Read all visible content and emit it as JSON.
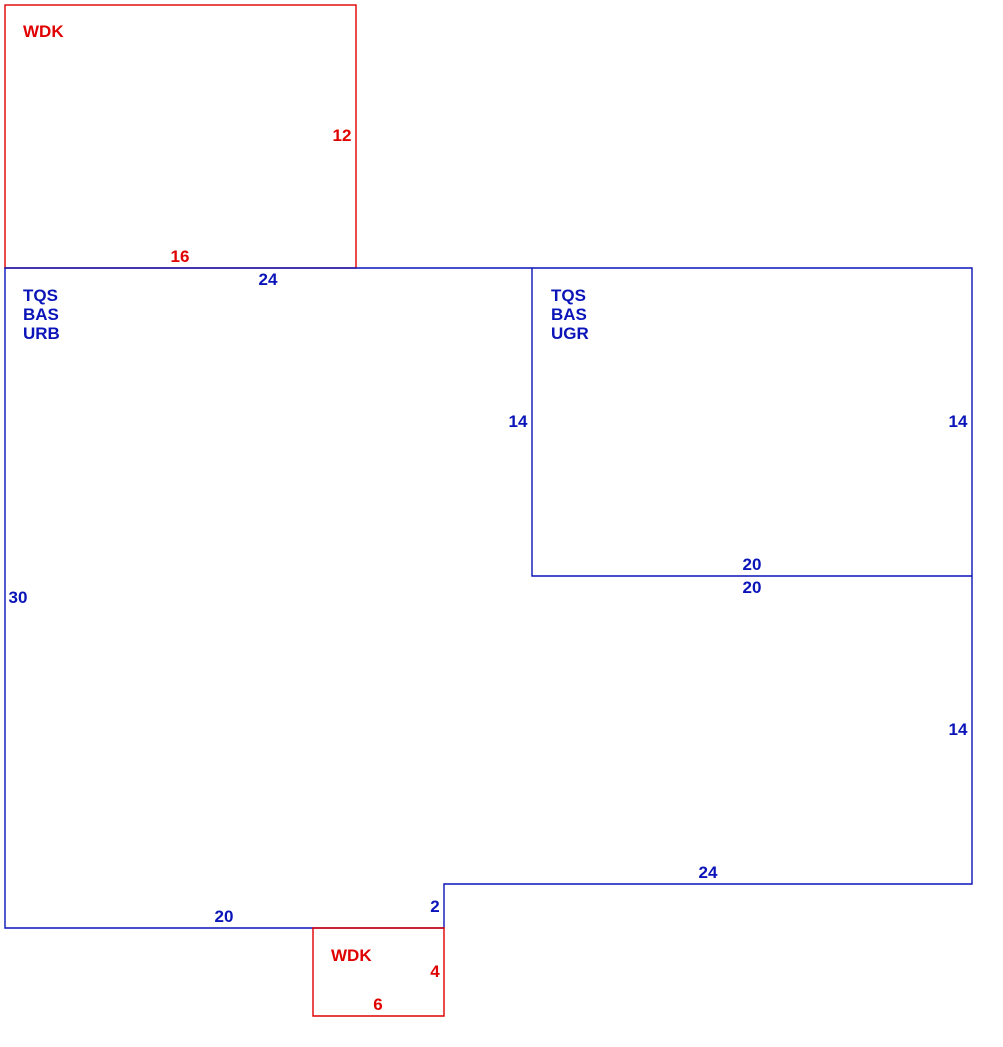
{
  "colors": {
    "main": "#0a14b8",
    "deck": "#e00000",
    "background": "#ffffff"
  },
  "areas": {
    "deck_top": {
      "label": "WDK"
    },
    "main_left": {
      "labels": [
        "TQS",
        "BAS",
        "URB"
      ]
    },
    "main_right": {
      "labels": [
        "TQS",
        "BAS",
        "UGR"
      ]
    },
    "deck_bottom": {
      "label": "WDK"
    }
  },
  "dimensions": {
    "deck_top_right": "12",
    "deck_top_bottom": "16",
    "main_top": "24",
    "inner_left": "14",
    "inner_right": "14",
    "inner_bottom": "20",
    "below_inner": "20",
    "main_left": "30",
    "main_right_lower": "14",
    "lower_step_top": "24",
    "main_bottom": "20",
    "step_vertical": "2",
    "deck_bottom_right": "4",
    "deck_bottom_bottom": "6"
  }
}
